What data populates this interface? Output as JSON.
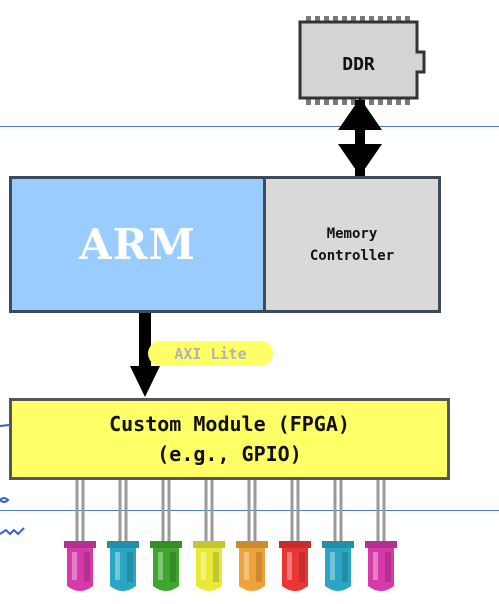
{
  "ddr": {
    "label": "DDR"
  },
  "arm": {
    "label": "ARM"
  },
  "memory_controller": {
    "line1": "Memory",
    "line2": "Controller"
  },
  "bus": {
    "label": "AXI Lite"
  },
  "fpga": {
    "line1": "Custom Module (FPGA)",
    "line2": "(e.g., GPIO)"
  },
  "leds": {
    "colors": [
      "#d63aa8",
      "#2aa6c4",
      "#3fa52e",
      "#e8ea3a",
      "#f0a23a",
      "#ea3535",
      "#2aa6c4",
      "#d63aa8"
    ]
  },
  "colors": {
    "arm_fill": "#99ccff",
    "memory_controller_fill": "#d9d9d9",
    "fpga_fill": "#ffff66",
    "ddr_fill": "#d4d4d4",
    "guide_line": "#4a7fd0"
  }
}
